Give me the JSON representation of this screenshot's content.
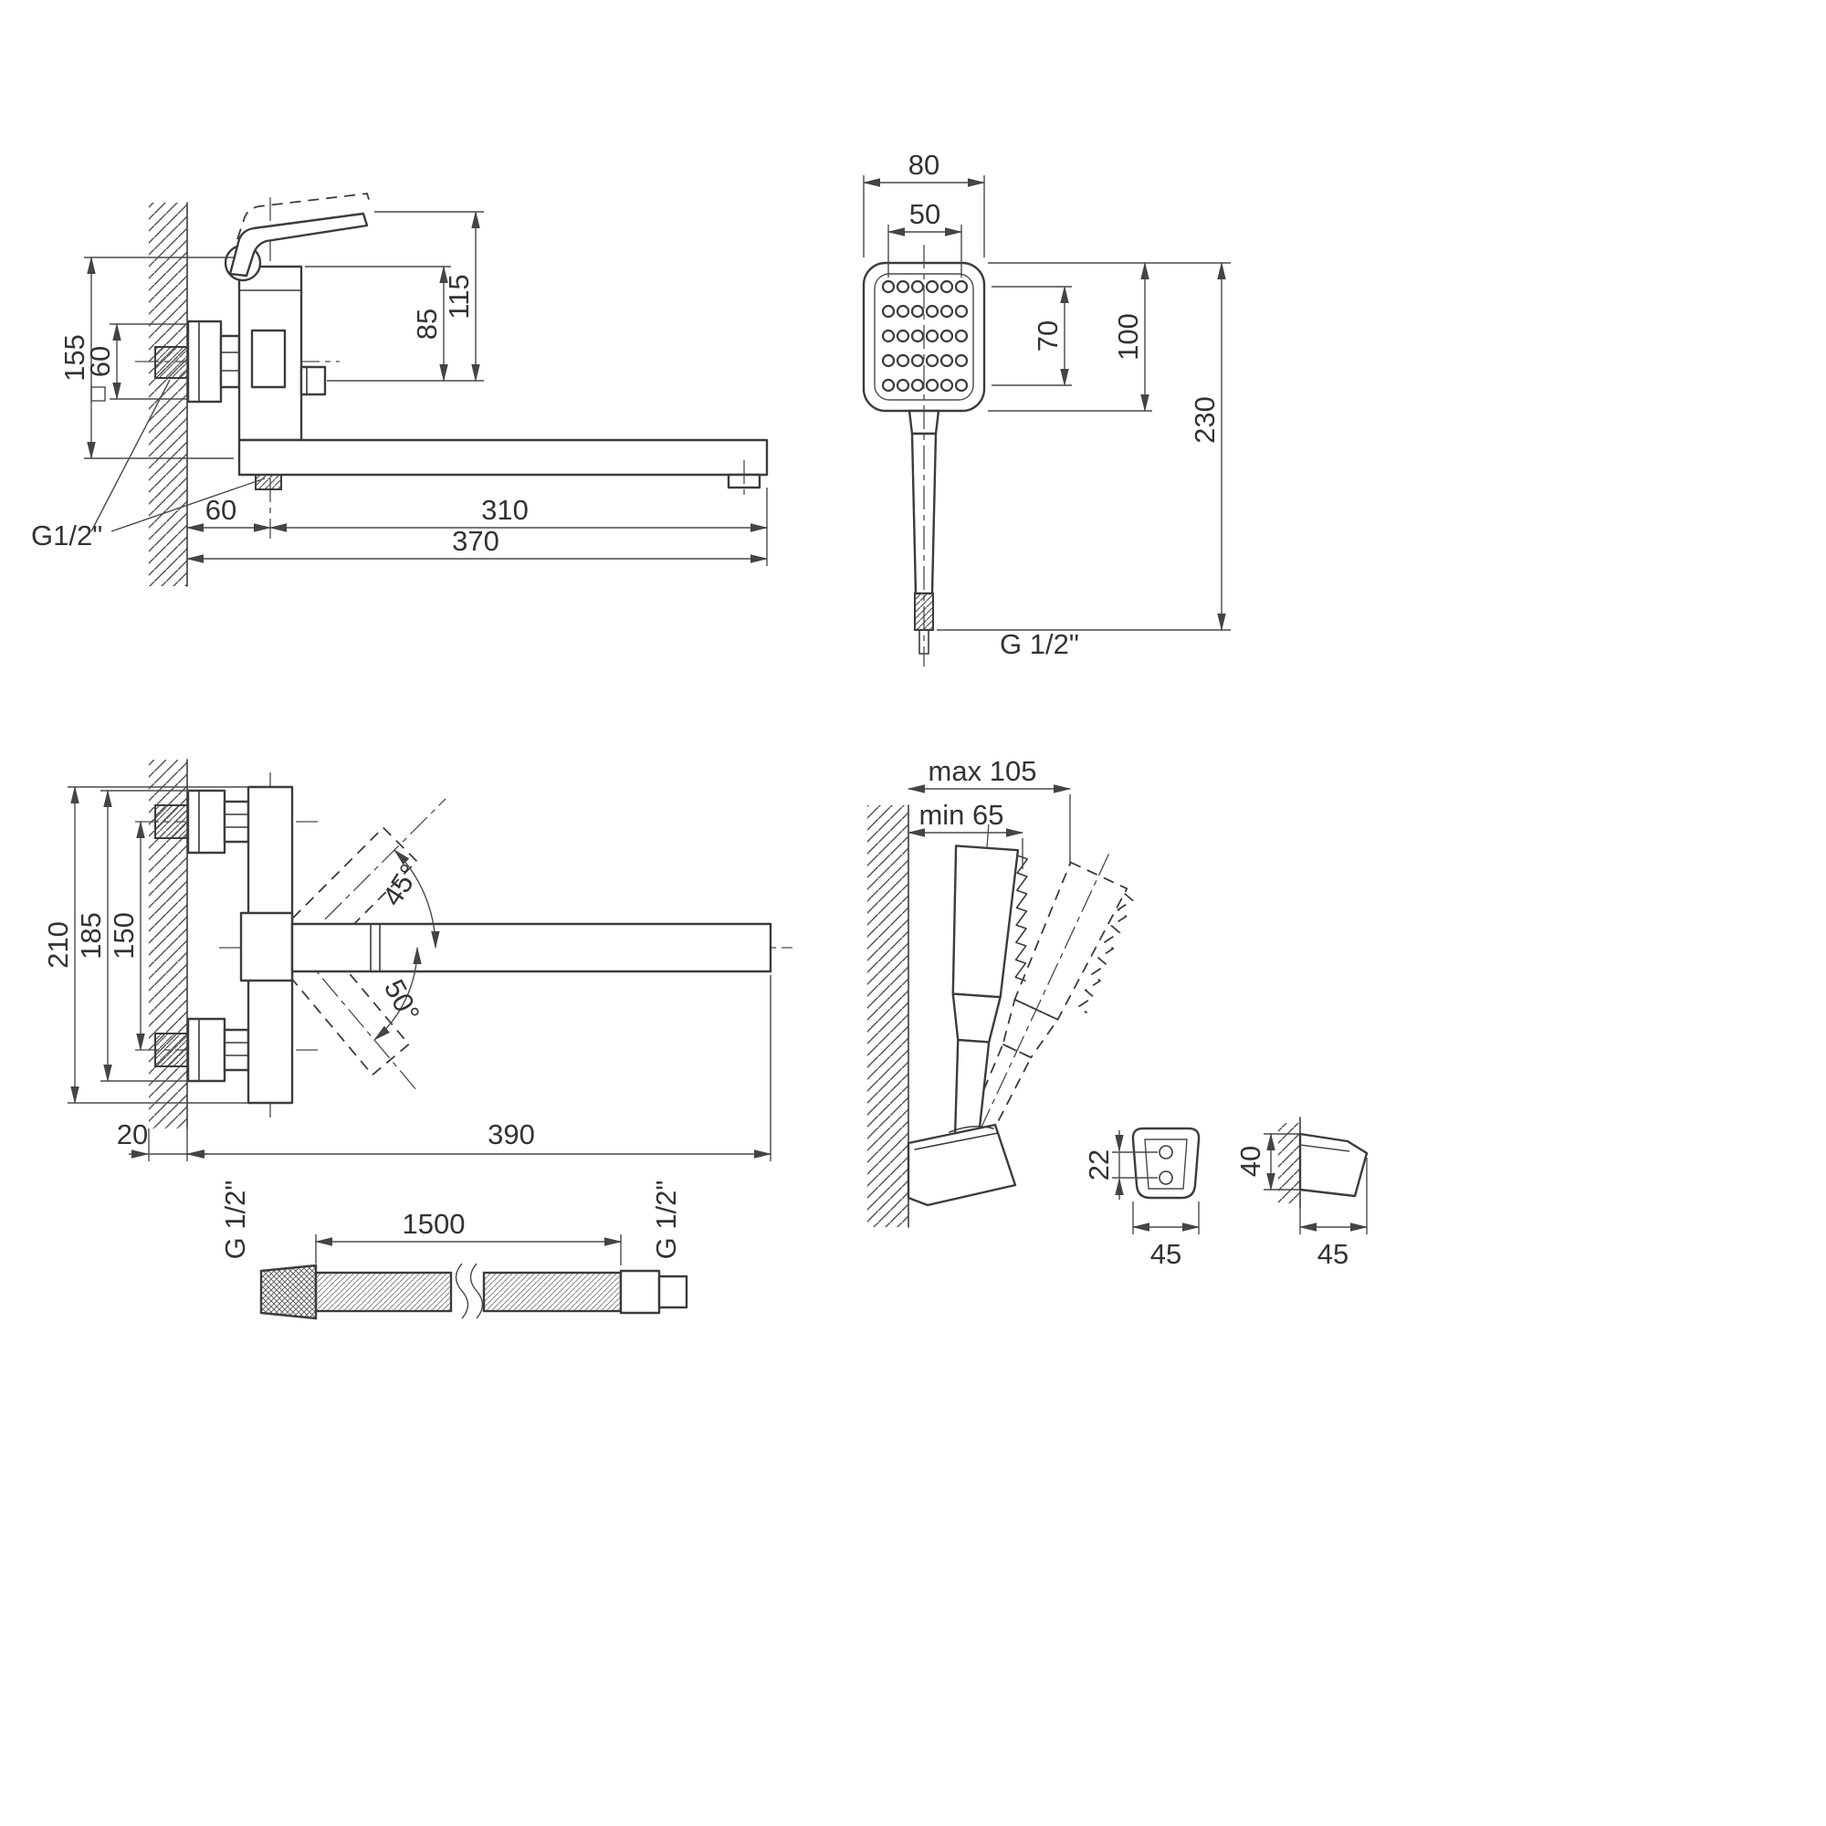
{
  "drawing": {
    "background": "#ffffff",
    "line_color": "#3c3c3c",
    "views": {
      "faucet_side": {
        "dim_155": "155",
        "dim_square_60": "60",
        "dim_85": "85",
        "dim_115": "115",
        "dim_60": "60",
        "dim_310": "310",
        "dim_370": "370",
        "thread_label": "G1/2\""
      },
      "hand_shower": {
        "dim_80": "80",
        "dim_50": "50",
        "dim_70": "70",
        "dim_100": "100",
        "dim_230": "230",
        "thread_label": "G 1/2\""
      },
      "faucet_top": {
        "dim_210": "210",
        "dim_185": "185",
        "dim_150": "150",
        "angle_up": "45°",
        "angle_down": "50°",
        "dim_20": "20",
        "dim_390": "390"
      },
      "hose": {
        "thread_left": "G 1/2\"",
        "dim_length": "1500",
        "thread_right": "G 1/2\""
      },
      "wall_bracket": {
        "dim_max": "max 105",
        "dim_min": "min 65"
      },
      "holder": {
        "dim_22": "22",
        "dim_45_front": "45",
        "dim_40": "40",
        "dim_45_side": "45"
      }
    }
  }
}
